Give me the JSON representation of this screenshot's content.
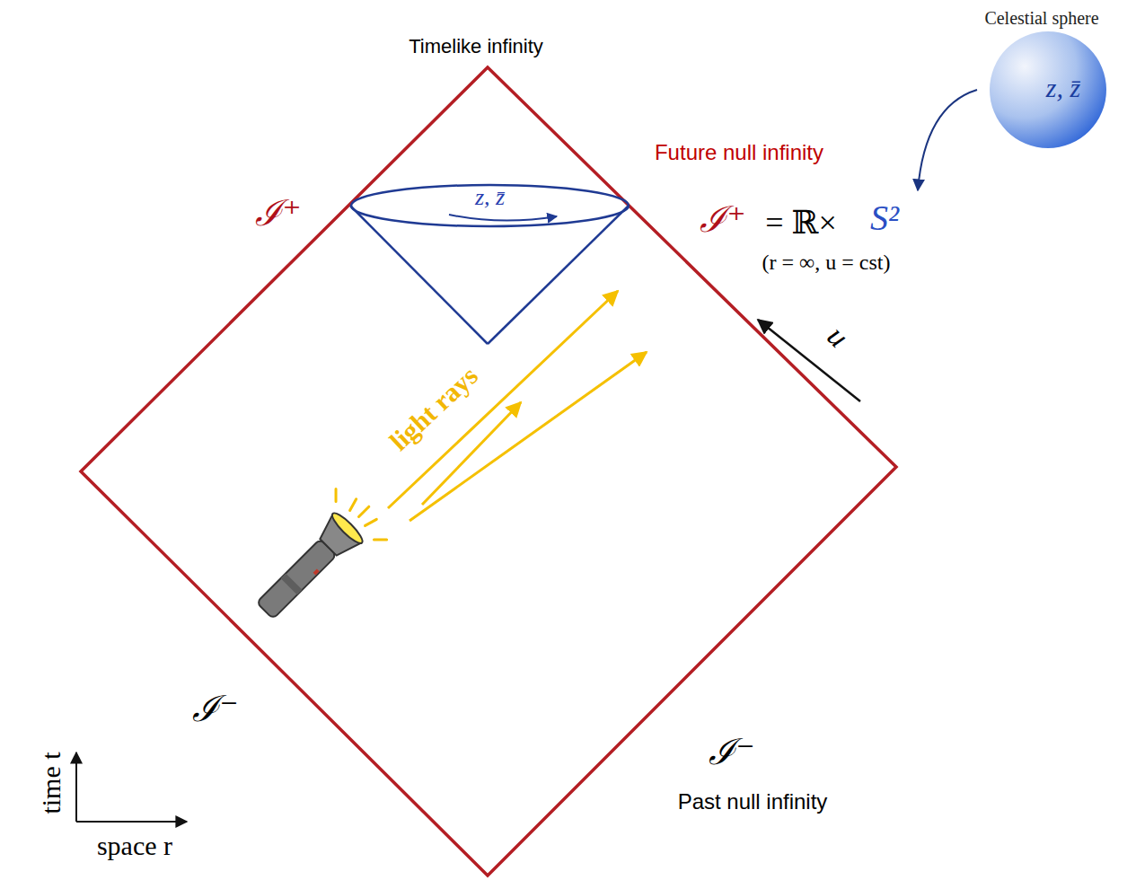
{
  "diagram": {
    "nodes": [
      {
        "text": [
          "Celestial sphere",
          "z, z̄"
        ]
      },
      {
        "text": [
          "z, z̄"
        ]
      }
    ],
    "labels": [
      "Timelike infinity",
      "Future null infinity",
      "ℐ⁺",
      "ℐ⁺",
      "= ℝ×",
      "S²",
      "(r = ∞, u = cst)",
      "u",
      "light rays",
      "ℐ⁻",
      "ℐ⁻",
      "Past null infinity",
      "time t",
      "space r"
    ]
  }
}
